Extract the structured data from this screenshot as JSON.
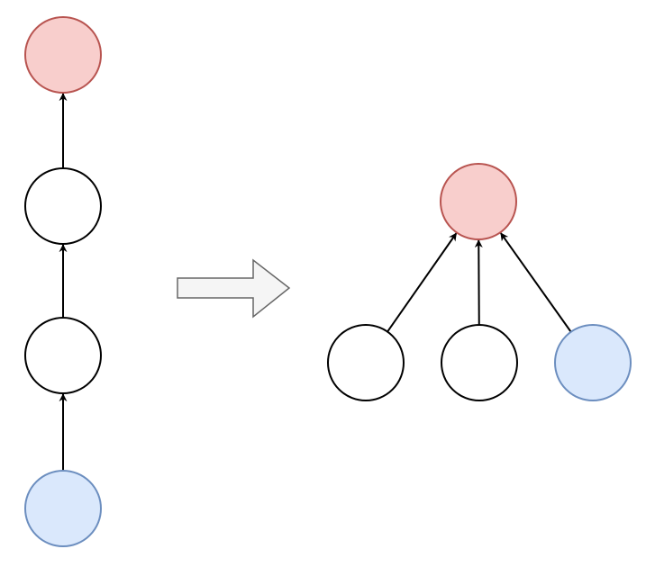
{
  "diagram": {
    "colors": {
      "root_fill": "#f8cecc",
      "root_stroke": "#b85450",
      "leaf_fill": "#dae8fc",
      "leaf_stroke": "#6c8ebf",
      "plain_fill": "#ffffff",
      "plain_stroke": "#000000",
      "edge": "#000000",
      "transform_arrow_fill": "#f5f5f5",
      "transform_arrow_stroke": "#666666"
    },
    "before": {
      "structure": "chain",
      "nodes": [
        {
          "id": "a_root",
          "kind": "root"
        },
        {
          "id": "a_mid1",
          "kind": "plain"
        },
        {
          "id": "a_mid2",
          "kind": "plain"
        },
        {
          "id": "a_leaf",
          "kind": "leaf"
        }
      ],
      "edges": [
        {
          "from": "a_mid1",
          "to": "a_root"
        },
        {
          "from": "a_mid2",
          "to": "a_mid1"
        },
        {
          "from": "a_leaf",
          "to": "a_mid2"
        }
      ]
    },
    "transform": {
      "icon": "block-arrow-right-icon"
    },
    "after": {
      "structure": "star",
      "nodes": [
        {
          "id": "b_root",
          "kind": "root"
        },
        {
          "id": "b_c1",
          "kind": "plain"
        },
        {
          "id": "b_c2",
          "kind": "plain"
        },
        {
          "id": "b_c3",
          "kind": "leaf"
        }
      ],
      "edges": [
        {
          "from": "b_c1",
          "to": "b_root"
        },
        {
          "from": "b_c2",
          "to": "b_root"
        },
        {
          "from": "b_c3",
          "to": "b_root"
        }
      ]
    }
  }
}
